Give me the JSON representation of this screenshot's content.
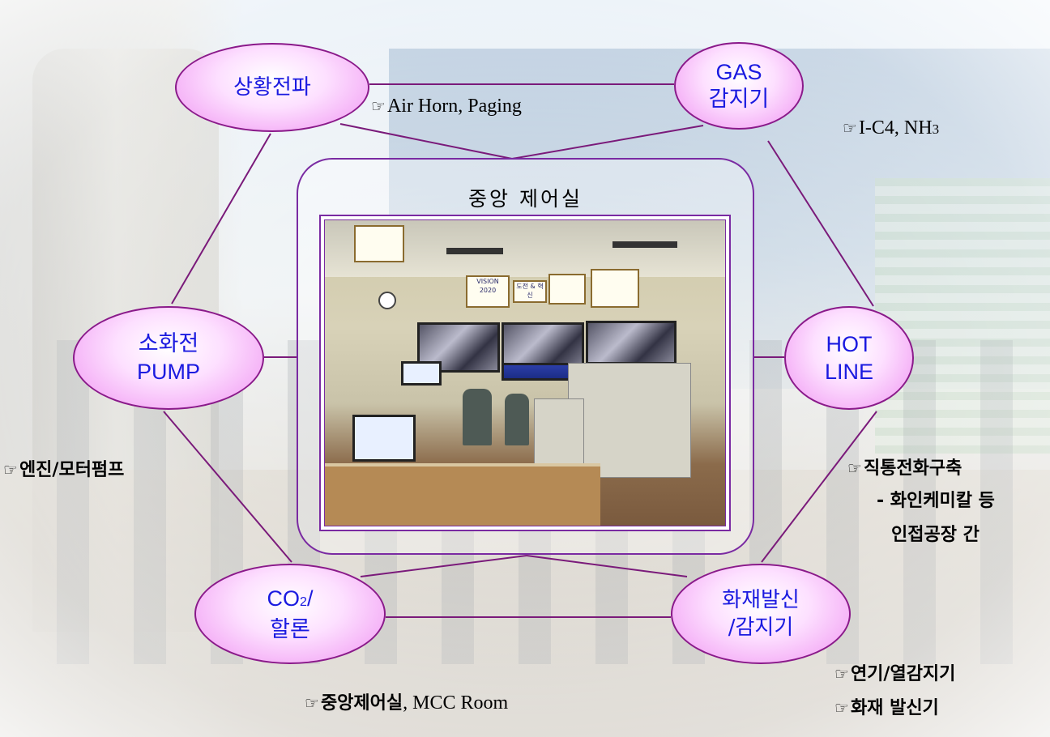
{
  "center": {
    "title": "중앙 제어실"
  },
  "nodes": {
    "situation_broadcast": {
      "label": "상황전파"
    },
    "gas_detector": {
      "line1": "GAS",
      "line2": "감지기"
    },
    "fire_pump": {
      "line1": "소화전",
      "line2": "PUMP"
    },
    "hot_line": {
      "line1": "HOT",
      "line2": "LINE"
    },
    "co2_halon": {
      "line1_main": "CO",
      "line1_sub": "2",
      "line1_tail": "/",
      "line2": "할론"
    },
    "fire_alarm": {
      "line1": "화재발신",
      "line2": "/감지기"
    }
  },
  "notes": {
    "hand_icon": "☞",
    "air_horn": "Air Horn, Paging",
    "gas_types_main": "I-C4, NH",
    "gas_types_sub": "3",
    "engine_pump": "엔진/모터펌프",
    "hotline_1": "직통전화구축",
    "hotline_2": "- 화인케미칼 등",
    "hotline_3": "인접공장 간",
    "co2_location_kr": "중앙제어실",
    "co2_location_en": ", MCC Room",
    "fire_1": "연기/열감지기",
    "fire_2": "화재 발신기"
  },
  "photo_signs": {
    "vision": "VISION 2020",
    "challenge": "도전 & 혁신"
  },
  "colors": {
    "node_border": "#8a1a8a",
    "node_text": "#1a1ae0",
    "connector": "#7a1a7a",
    "frame": "#7a2aa2"
  }
}
